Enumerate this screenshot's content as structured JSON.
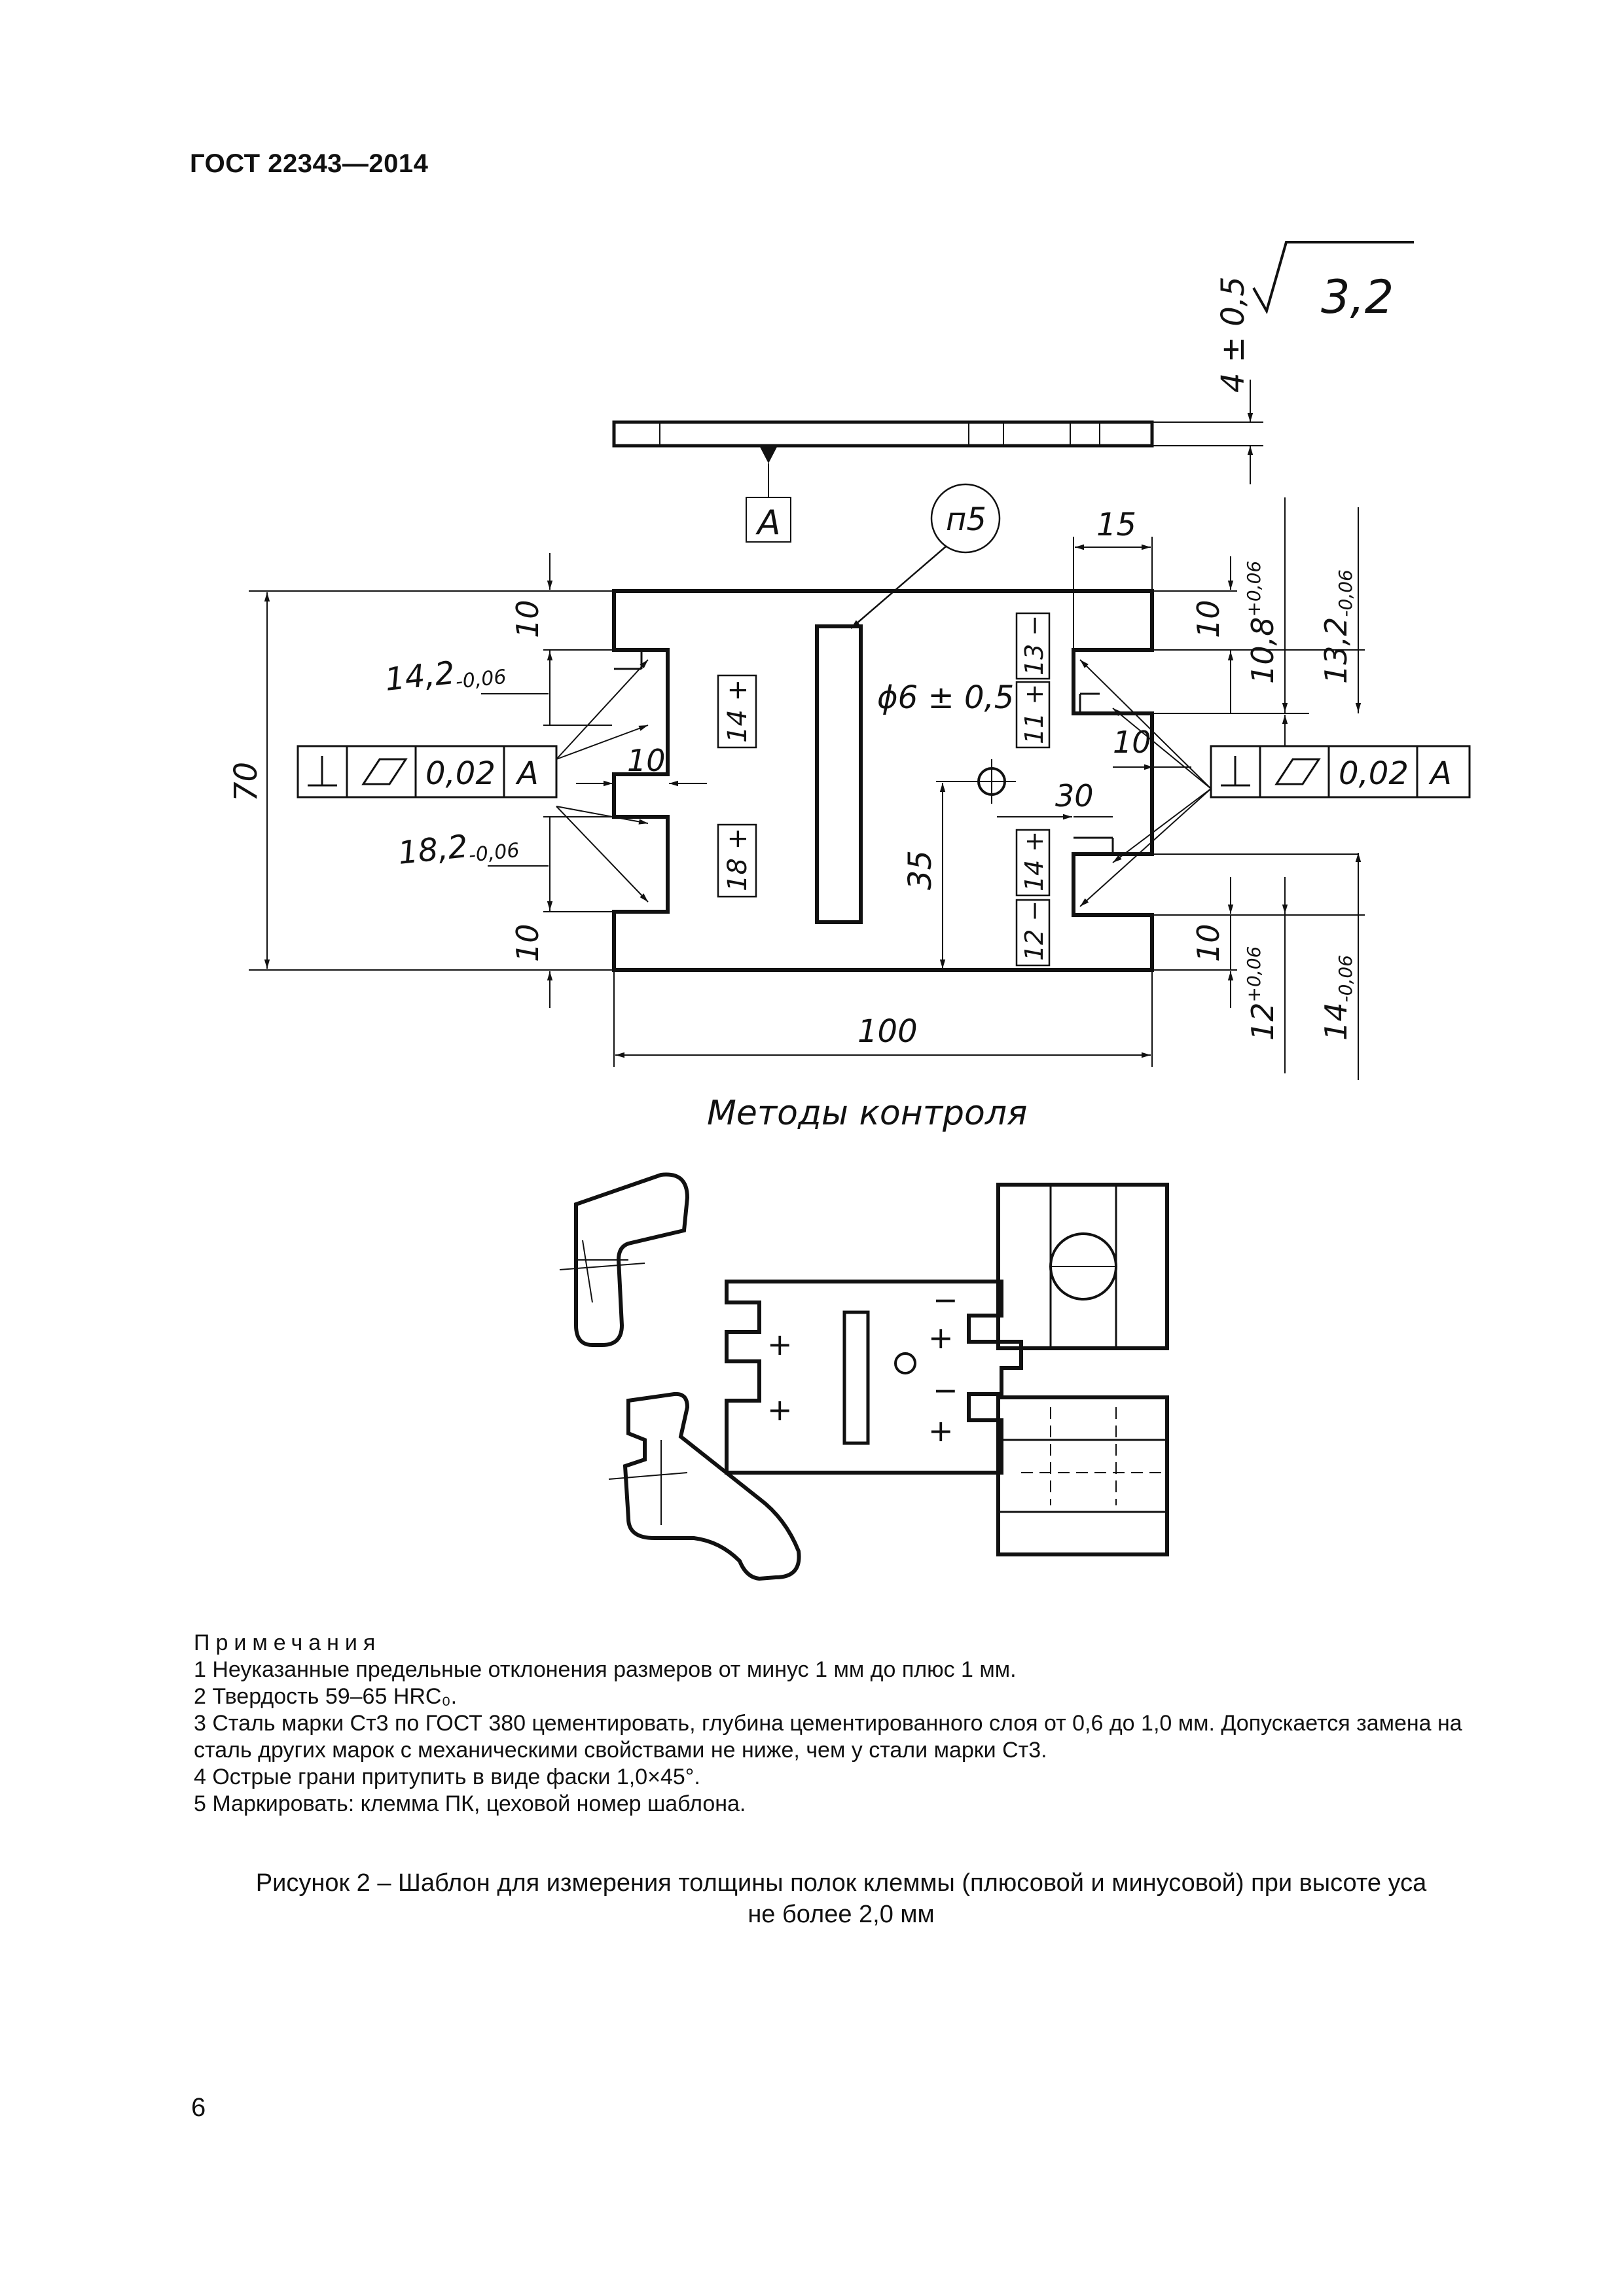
{
  "header": {
    "standard_code": "ГОСТ 22343—2014"
  },
  "drawing": {
    "roughness": "3,2",
    "thickness_tol": "4 ± 0,5",
    "datum": "A",
    "surface_note": "п5",
    "dim_top_width": "15",
    "dim_right_10_8": "10,8",
    "dim_right_10_8_tol": "+0,06",
    "dim_right_13_2": "13,2",
    "dim_right_13_2_tol": "-0,06",
    "dim_10_upper_left": "10",
    "dim_10_upper_right": "10",
    "dim_10_lower_left": "10",
    "dim_10_lower_right": "10",
    "dim_10_mid_left": "10",
    "dim_10_mid_right": "10",
    "dim_14_2": "14,2",
    "dim_14_2_tol": "-0,06",
    "dim_18_2": "18,2",
    "dim_18_2_tol": "-0,06",
    "dim_70": "70",
    "dim_100": "100",
    "dim_35": "35",
    "dim_30": "30",
    "hole_dia": "ϕ6 ± 0,5",
    "dim_12": "12",
    "dim_12_tol": "+0,06",
    "dim_14": "14",
    "dim_14_tol": "-0,06",
    "tol_frame_left": {
      "symbol": "⊥",
      "value": "0,02",
      "datum": "A"
    },
    "tol_frame_right": {
      "symbol": "⊥",
      "value": "0,02",
      "datum": "A"
    },
    "mark_14_plus_left": "14 +",
    "mark_18_plus": "18 +",
    "mark_13_minus": "13 −",
    "mark_11_plus": "11 +",
    "mark_14_plus_right": "14 +",
    "mark_12_minus": "12 −",
    "methods_title": "Методы контроля",
    "plus_sign": "+",
    "minus_sign": "−"
  },
  "notes": {
    "title": "Примечания",
    "items": [
      "1 Неуказанные предельные отклонения размеров от минус 1 мм до плюс 1 мм.",
      "2 Твердость 59–65 HRC₀.",
      "3 Сталь марки Ст3 по ГОСТ 380 цементировать, глубина цементированного слоя от 0,6 до 1,0 мм. Допускается замена на сталь других марок с механическими свойствами не ниже, чем у стали марки Ст3.",
      "4 Острые грани притупить в виде фаски 1,0×45°.",
      "5 Маркировать: клемма ПК, цеховой номер шаблона."
    ]
  },
  "caption": {
    "line1": "Рисунок 2 – Шаблон для измерения толщины полок клеммы (плюсовой и минусовой) при высоте уса",
    "line2": "не более 2,0 мм"
  },
  "page_number": "6"
}
